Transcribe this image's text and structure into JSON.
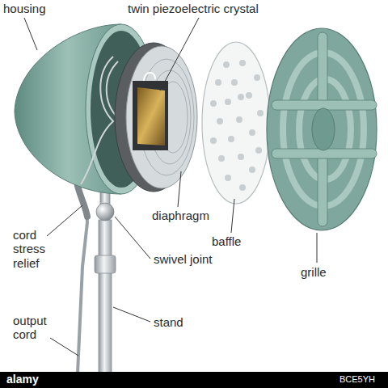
{
  "diagram": {
    "labels": [
      "housing",
      "twin piezoelectric crystal",
      "cord stress relief",
      "diaphragm",
      "baffle",
      "swivel joint",
      "grille",
      "output cord",
      "stand",
      "alamy",
      "BCE5YH"
    ]
  }
}
